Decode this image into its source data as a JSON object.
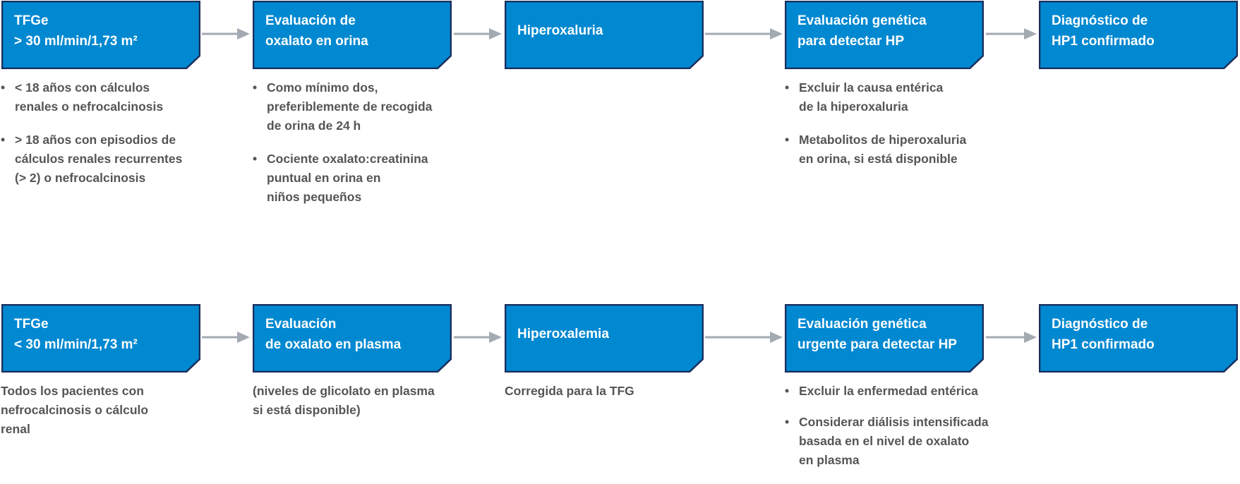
{
  "colors": {
    "box_fill": "#0088D1",
    "box_border": "#1B2D5B",
    "arrow": "#A4AAB2",
    "text": "#555555"
  },
  "row1": {
    "boxes": [
      "TFGe\n> 30 ml/min/1,73 m²",
      "Evaluación de\noxalato en orina",
      "Hiperoxaluria",
      "Evaluación genética\npara detectar HP",
      "Diagnóstico de\nHP1 confirmado"
    ],
    "notes": {
      "egfr": [
        "< 18 años con cálculos\nrenales o nefrocalcinosis",
        "> 18 años con episodios de\ncálculos renales recurrentes\n(> 2) o nefrocalcinosis"
      ],
      "urine": [
        "Como mínimo dos,\npreferiblemente de recogida\nde orina de 24 h",
        "Cociente oxalato:creatinina\npuntual en orina en\nniños pequeños"
      ],
      "genetic": [
        "Excluir la causa entérica\nde la hiperoxaluria",
        "Metabolitos de hiperoxaluria\nen orina, si está disponible"
      ]
    }
  },
  "row2": {
    "boxes": [
      "TFGe\n< 30 ml/min/1,73 m²",
      "Evaluación\nde oxalato en plasma",
      "Hiperoxalemia",
      "Evaluación genética\nurgente para detectar HP",
      "Diagnóstico de\nHP1 confirmado"
    ],
    "notes": {
      "egfr": "Todos los pacientes con\nnefrocalcinosis o cálculo\nrenal",
      "plasma": "(niveles de glicolato en plasma\nsi está disponible)",
      "hyperoxalemia": "Corregida para la TFG",
      "genetic": [
        "Excluir la enfermedad entérica",
        "Considerar diálisis intensificada\nbasada en el nivel de oxalato\nen plasma"
      ]
    }
  }
}
